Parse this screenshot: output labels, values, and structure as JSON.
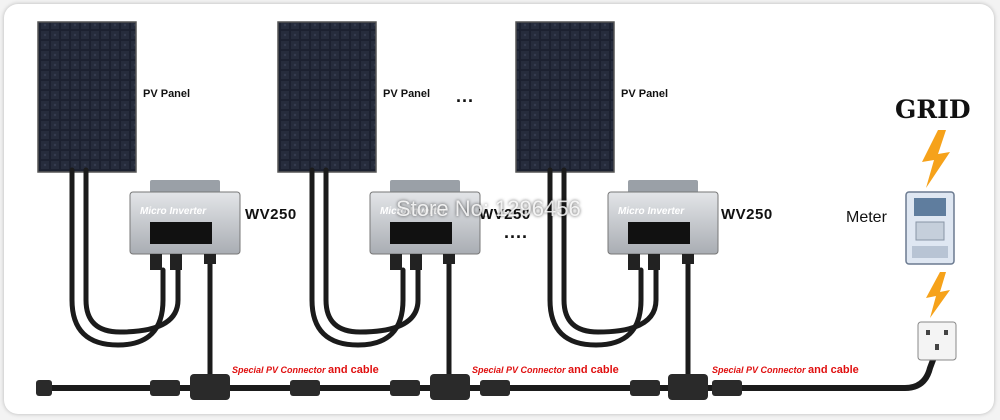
{
  "panels": [
    {
      "label": "PV Panel"
    },
    {
      "label": "PV Panel"
    },
    {
      "label": "PV Panel"
    }
  ],
  "inverters": [
    {
      "model": "WV250",
      "body_text": "Micro Inverter"
    },
    {
      "model": "WV250",
      "body_text": "Micro Inverter"
    },
    {
      "model": "WV250",
      "body_text": "Micro Inverter"
    }
  ],
  "ellipses": [
    "...",
    "...."
  ],
  "grid": {
    "label": "GRID"
  },
  "meter": {
    "label": "Meter"
  },
  "cables": [
    {
      "label_small": "Special PV Connector",
      "label_big": "and cable"
    },
    {
      "label_small": "Special PV Connector",
      "label_big": "and cable"
    },
    {
      "label_small": "Special PV Connector",
      "label_big": "and cable"
    }
  ],
  "watermark": "Store No: 1296456",
  "colors": {
    "lightning": "#f6a21a",
    "cable_label": "#e01010",
    "panel": "#1f2430",
    "inverter": "#c9ccd1"
  }
}
